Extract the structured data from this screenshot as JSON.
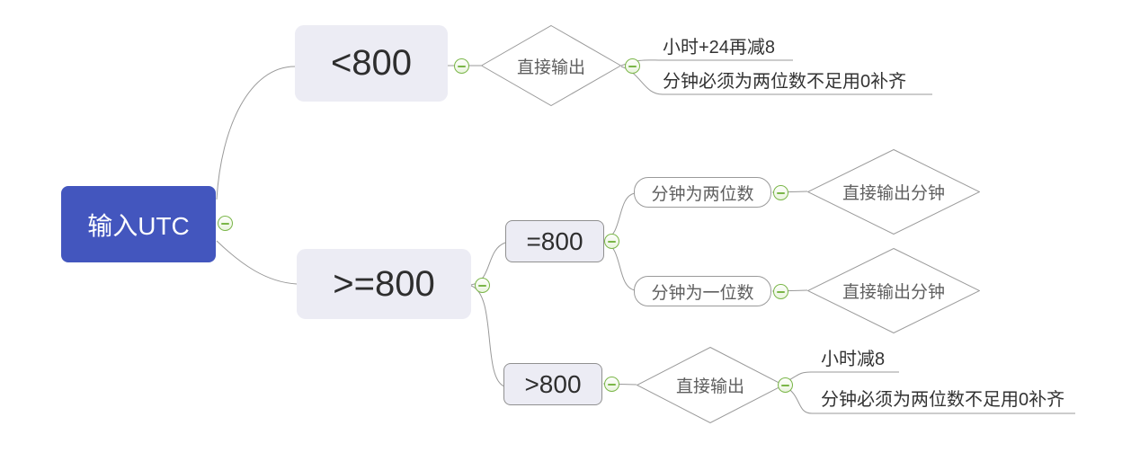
{
  "app": {
    "view": "mindmap-canvas",
    "background": "#ffffff"
  },
  "colors": {
    "root_fill": "#4356be",
    "root_text": "#ffffff",
    "branch_fill": "#ececf4",
    "node_border": "#9a9a9a",
    "node_text_dark": "#2e2e2e",
    "node_text_gray": "#5f5f5f",
    "connector": "#999999",
    "collapse_green": "#7ab648"
  },
  "icons": {
    "collapse": "minus-circle-icon"
  },
  "mindmap": {
    "root": {
      "label": "输入UTC",
      "shape": "rounded-rect"
    },
    "branches": [
      {
        "label": "<800",
        "shape": "rounded-rect",
        "children": [
          {
            "label": "直接输出",
            "shape": "diamond",
            "children": [
              {
                "label": "小时+24再减8",
                "shape": "line"
              },
              {
                "label": "分钟必须为两位数不足用0补齐",
                "shape": "line"
              }
            ]
          }
        ]
      },
      {
        "label": ">=800",
        "shape": "rounded-rect",
        "children": [
          {
            "label": "=800",
            "shape": "bordered-rect",
            "children": [
              {
                "label": "分钟为两位数",
                "shape": "rounded-outline",
                "children": [
                  {
                    "label": "直接输出分钟",
                    "shape": "diamond"
                  }
                ]
              },
              {
                "label": "分钟为一位数",
                "shape": "rounded-outline",
                "children": [
                  {
                    "label": "直接输出分钟",
                    "shape": "diamond"
                  }
                ]
              }
            ]
          },
          {
            "label": ">800",
            "shape": "bordered-rect",
            "children": [
              {
                "label": "直接输出",
                "shape": "diamond",
                "children": [
                  {
                    "label": "小时减8",
                    "shape": "line"
                  },
                  {
                    "label": "分钟必须为两位数不足用0补齐",
                    "shape": "line"
                  }
                ]
              }
            ]
          }
        ]
      }
    ]
  }
}
